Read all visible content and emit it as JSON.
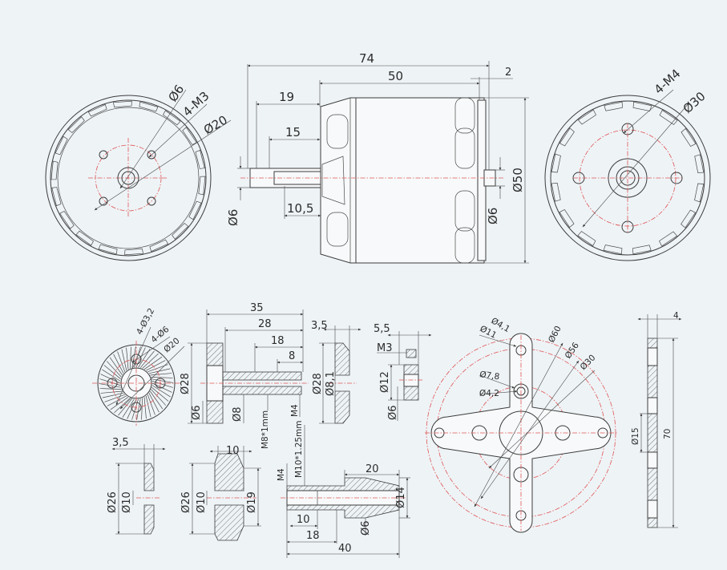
{
  "colors": {
    "background": "#eef3f6",
    "line": "#3c3c3c",
    "center_line": "#e05555"
  },
  "motor_front": {
    "dia_hole": "Ø6",
    "thread": "4-M3",
    "dia_bolt_circle": "Ø20"
  },
  "motor_side": {
    "overall_length": "74",
    "body_length": "50",
    "offset": "2",
    "shaft_out": "19",
    "shaft_step": "15",
    "shaft_base": "10,5",
    "shaft_dia_front": "Ø6",
    "shaft_dia_rear": "Ø6",
    "body_dia": "Ø50"
  },
  "motor_rear": {
    "thread": "4-M4",
    "dia_bolt_circle": "Ø30"
  },
  "prop_adapter_front": {
    "holes": "4-Ø3,2",
    "dia_mid": "4-Ø6",
    "dia_circle": "Ø20"
  },
  "prop_adapter_side": {
    "total": "35",
    "l28": "28",
    "l18": "18",
    "l8": "8",
    "dia28": "Ø28",
    "dia6": "Ø6",
    "dia8": "Ø8",
    "thread_m8": "M8*1mm",
    "thread_m4": "M4"
  },
  "washer_a": {
    "thickness": "3,5",
    "dia28": "Ø28",
    "dia81": "Ø8,1"
  },
  "collet": {
    "len": "5,5",
    "thread": "M3",
    "dia12": "Ø12",
    "dia6": "Ø6"
  },
  "xmount_top": {
    "d41": "Ø4,1",
    "d11": "Ø11",
    "d60": "Ø60",
    "d56": "Ø56",
    "d30": "Ø30",
    "d78": "Ø7,8",
    "d42": "Ø4,2"
  },
  "xmount_side": {
    "thickness": "4",
    "d15": "Ø15",
    "h70": "70"
  },
  "washer_b": {
    "thickness": "3,5",
    "d26": "Ø26",
    "d10": "Ø10"
  },
  "hub_c": {
    "len": "10",
    "d26": "Ø26",
    "d10": "Ø10",
    "d19": "Ø19"
  },
  "prop_shaft": {
    "thread_m4": "M4",
    "thread_m10": "M10*1.25mm",
    "l20": "20",
    "d14": "Ø14",
    "l10": "10",
    "d6": "Ø6",
    "l18": "18",
    "l40": "40"
  }
}
